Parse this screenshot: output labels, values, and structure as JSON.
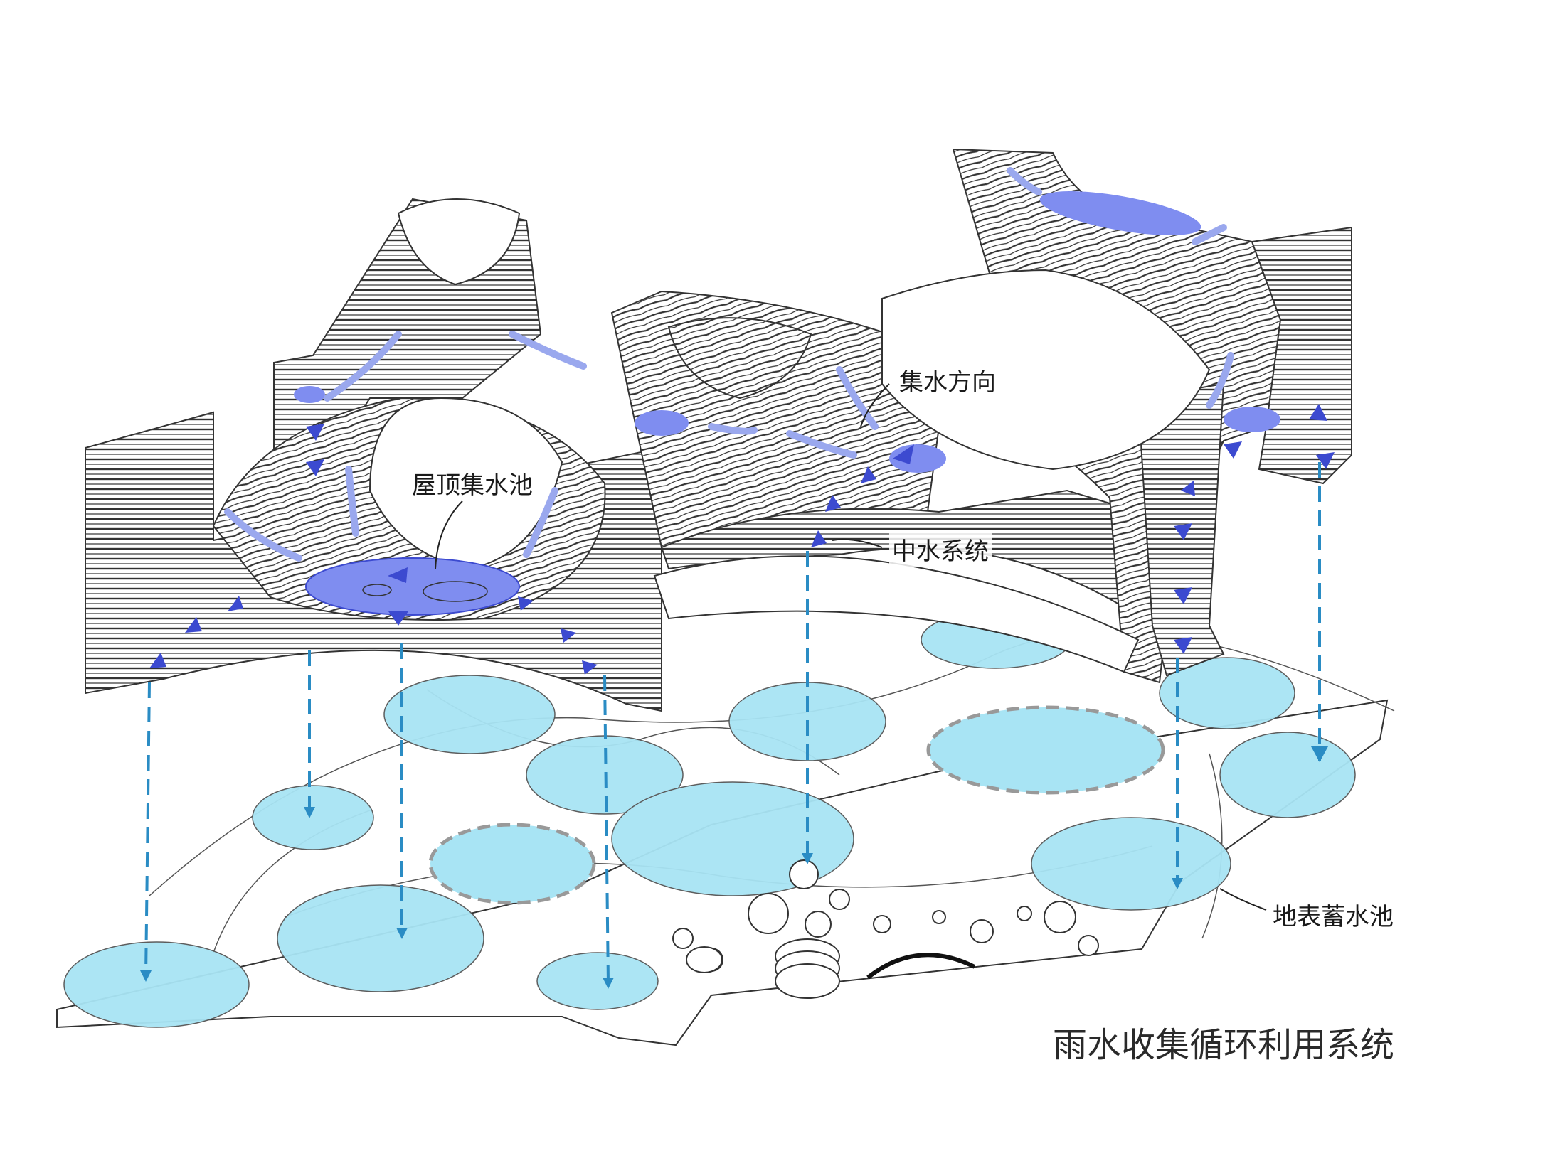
{
  "diagram": {
    "title": "雨水收集循环利用系统",
    "labels": {
      "roof_pool": "屋顶集水池",
      "flow_direction": "集水方向",
      "grey_water": "中水系统",
      "ground_pool": "地表蓄水池"
    },
    "colors": {
      "line": "#333333",
      "arrow": "#3c4ad0",
      "flow_light": "#9aa8ee",
      "roof_water": "#7f8df0",
      "ground_water": "#a8e4f4",
      "drop_line": "#2a8cc4"
    }
  }
}
